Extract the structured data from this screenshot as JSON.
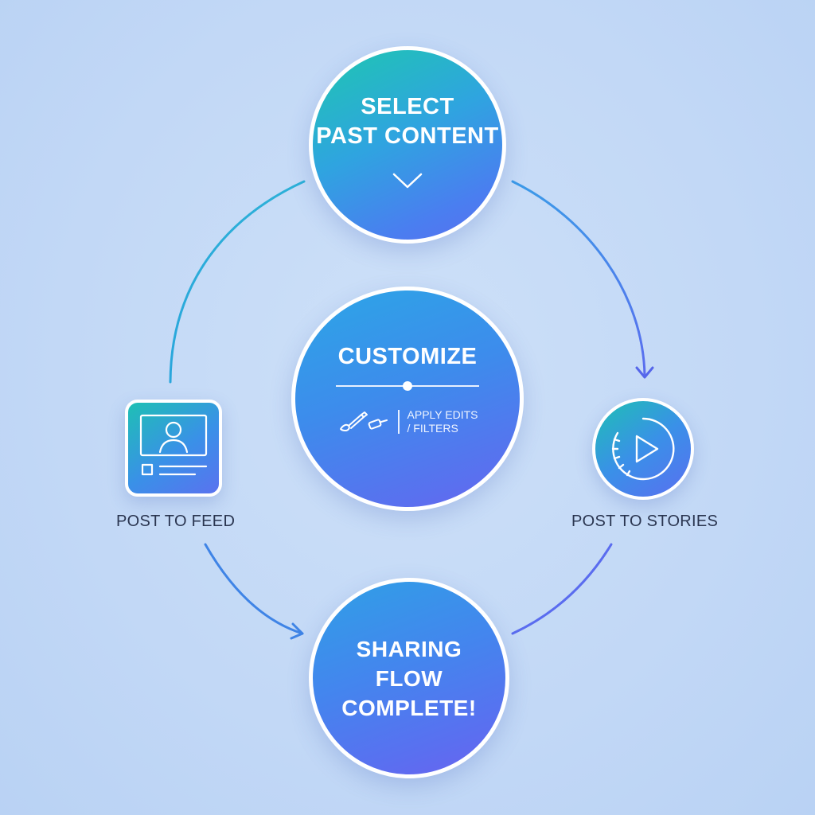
{
  "nodes": {
    "select": {
      "title": "SELECT\nPAST CONTENT"
    },
    "customize": {
      "title": "CUSTOMIZE",
      "edit_text": "APPLY EDITS\n/ FILTERS"
    },
    "complete": {
      "title": "SHARING\nFLOW\nCOMPLETE!"
    }
  },
  "side_labels": {
    "feed": "POST TO FEED",
    "stories": "POST TO STORIES"
  },
  "icons": {
    "feed": "feed-post-icon",
    "stories": "story-play-timer-icon",
    "edit": "brush-edit-icon",
    "select": "chevron-down-icon"
  },
  "colors": {
    "background": "#c2d8f6",
    "gradient_start": "#1ec7b0",
    "gradient_end": "#6a62f0",
    "connector": "#4a7fe0",
    "label_text": "#2a3550"
  }
}
